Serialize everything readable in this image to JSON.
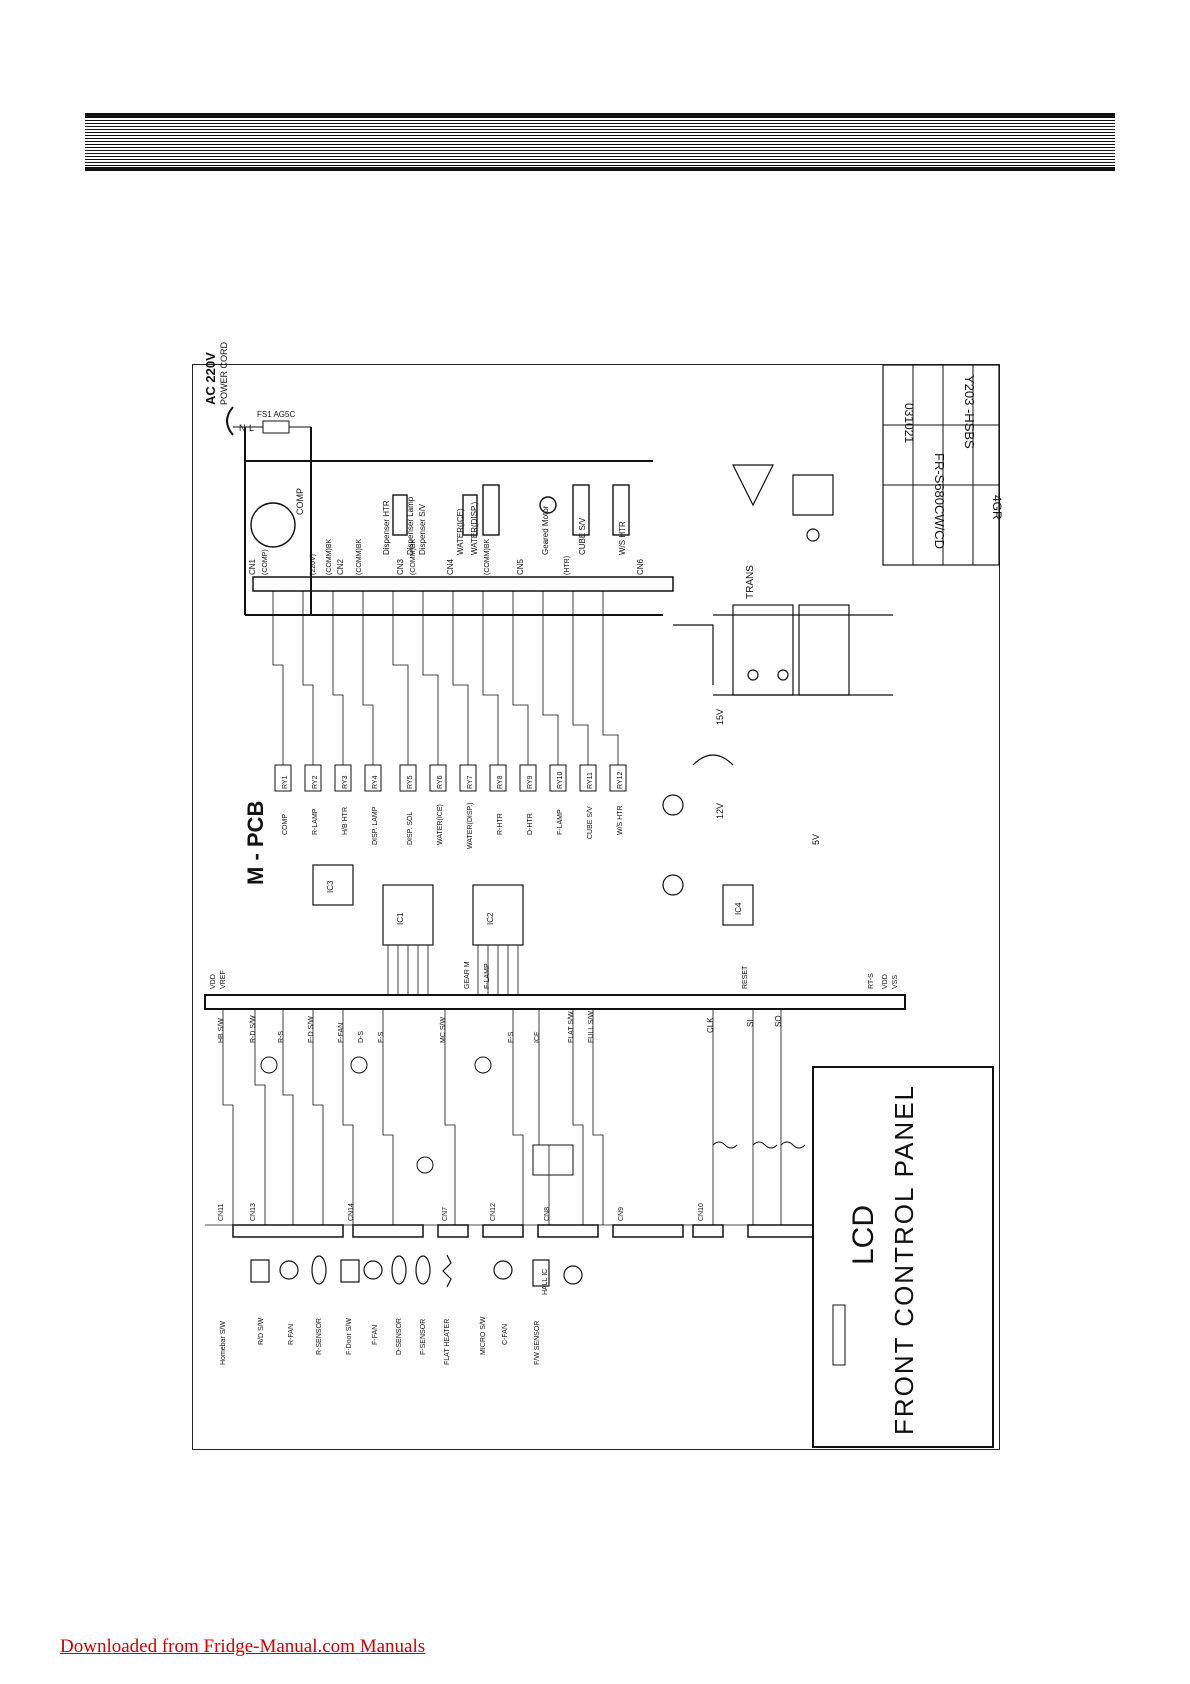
{
  "schematic": {
    "board_label": "M - PCB",
    "power": {
      "label": "AC 220V",
      "sublabel": "POWER CORD",
      "fuse": "FS1 AG5C",
      "wires": [
        "N",
        "L"
      ]
    },
    "transformer": "TRANS",
    "front_panel": {
      "line1": "LCD",
      "line2": "FRONT CONTROL PANEL"
    },
    "title_block": {
      "model": "FR-S680CW/CD",
      "date": "031021",
      "drawing_no": "Y203 -HSBS",
      "code": "4GR"
    },
    "top_connectors": [
      "CN1",
      "CN2",
      "CN3",
      "CN4",
      "CN5",
      "CN6"
    ],
    "top_connector_labels": [
      "(COMP)",
      "(220V)",
      "(COMM)BK",
      "(COMM)BK",
      "(COMM)BK",
      "(COMM)BK",
      "(HTR)"
    ],
    "loads": [
      "COMP",
      "R-LAMP",
      "H/B HTR",
      "DISP. LAMP",
      "DISP. SOL",
      "WATER(ICE)",
      "WATER(DISP.)",
      "R-HTR",
      "D-HTR",
      "F-LAMP",
      "CUBE S/V",
      "W/S HTR"
    ],
    "relays": [
      "RY1",
      "RY2",
      "RY3",
      "RY4",
      "RY5",
      "RY6",
      "RY7",
      "RY8",
      "RY9",
      "RY10",
      "RY11",
      "RY12"
    ],
    "load_labels_top": [
      "Dispenser HTR",
      "Dispenser Lamp",
      "Dispenser S/V",
      "WATER(ICE)",
      "WATER(DISP.)",
      "Geared Motor",
      "CUBE S/V",
      "W/S HTR"
    ],
    "left_devices": [
      "Homebar S/W",
      "R/D S/W",
      "R-FAN",
      "R-SENSOR",
      "F-Door S/W",
      "F-FAN",
      "D-SENSOR",
      "F-SENSOR",
      "FLAT HEATER",
      "MICRO S/W",
      "C-FAN",
      "F/W SENSOR",
      "HALL IC"
    ],
    "left_connectors": [
      "CN11",
      "CN13",
      "CN14",
      "CN7",
      "CN12",
      "CN8",
      "CN9",
      "CN10"
    ],
    "micom_pins_left": [
      "HB S/W",
      "VDD",
      "VREF",
      "R-D S/W",
      "R-S",
      "F-D S/W",
      "F-FAN",
      "D-S",
      "F-S",
      "MC S/W",
      "GEAR M",
      "F-LAMP",
      "ICE",
      "F-S",
      "FLAT S/W",
      "FULL S/W",
      "CLK",
      "SI",
      "SO"
    ],
    "micom_pins_right": [
      "RESET",
      "VDD",
      "VSS",
      "RT-S"
    ],
    "ics": [
      "IC1",
      "IC2",
      "IC3",
      "IC4"
    ],
    "voltages": [
      "12V",
      "5V",
      "15V"
    ]
  },
  "footer": {
    "text": "Downloaded from Fridge-Manual.com Manuals"
  }
}
